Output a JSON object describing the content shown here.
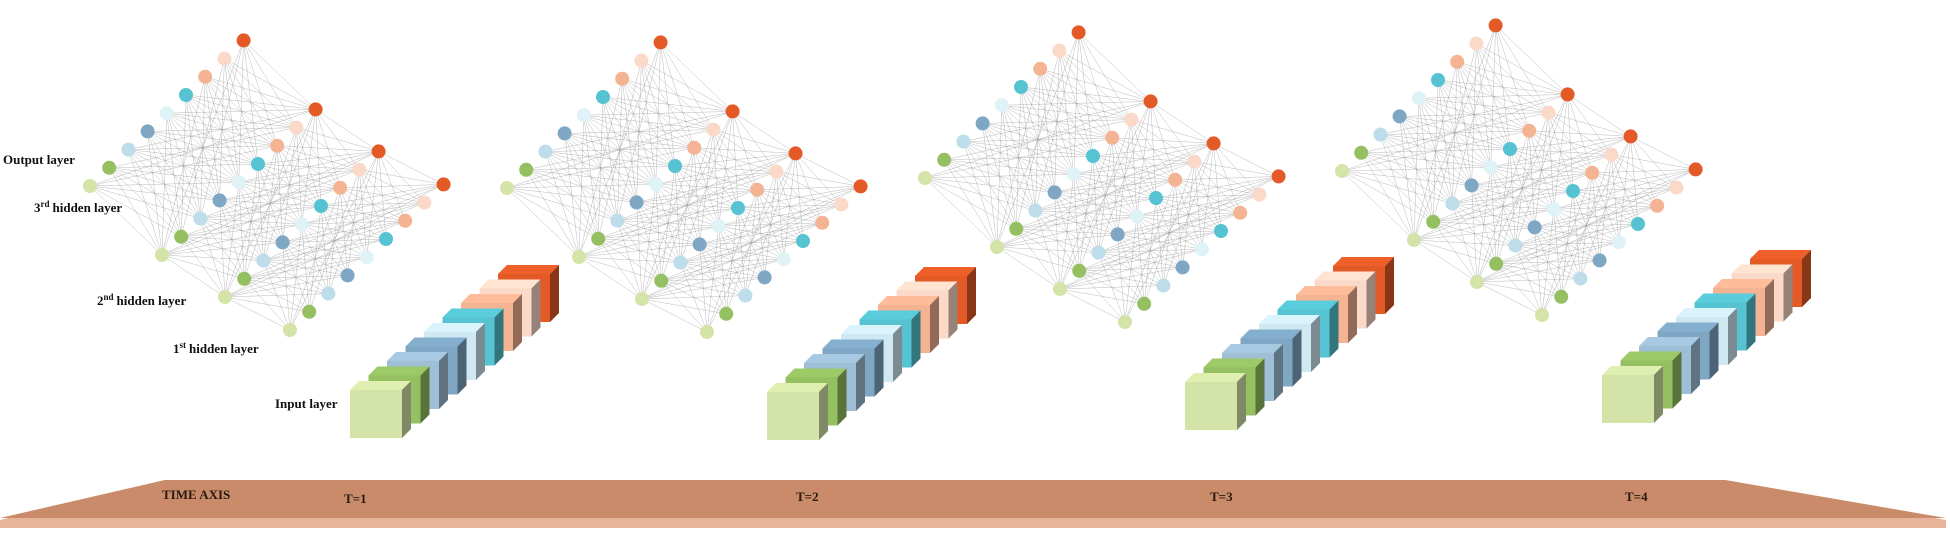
{
  "layer_labels": {
    "output": "Output layer",
    "hidden3": {
      "number": "3",
      "suffix": "rd",
      "text": "hidden layer"
    },
    "hidden2": {
      "number": "2",
      "suffix": "nd",
      "text": "hidden layer"
    },
    "hidden1": {
      "number": "1",
      "suffix": "st",
      "text": "hidden layer"
    },
    "input": "Input layer"
  },
  "time_axis": {
    "title": "TIME AXIS",
    "steps": [
      "T=1",
      "T=2",
      "T=3",
      "T=4"
    ]
  },
  "node_palette": [
    "#d4e4a8",
    "#94c062",
    "#bcdde9",
    "#7fa7c4",
    "#dff2f7",
    "#55c3d1",
    "#f4b393",
    "#fad9c8",
    "#e35a27"
  ],
  "block_palette": [
    "#d4e4a8",
    "#94c062",
    "#9fbfd6",
    "#7fa7c4",
    "#cfe8f1",
    "#55c3d1",
    "#f4b393",
    "#fad9c8",
    "#e35a27"
  ],
  "colors": {
    "connection": "#9a9a9a",
    "axis_bar": "#c98b6a",
    "axis_edge": "#e7b49a"
  }
}
